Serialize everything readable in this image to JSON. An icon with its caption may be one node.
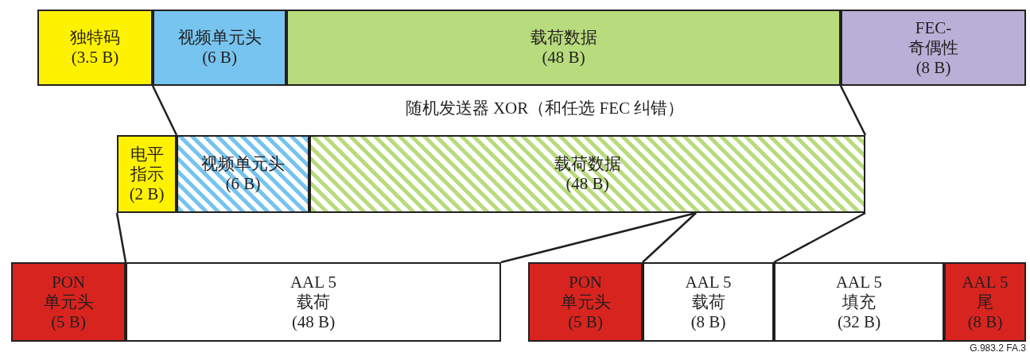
{
  "diagram": {
    "nodes": [
      {
        "text": [
          "独特码",
          "(3.5 B)"
        ]
      },
      {
        "text": [
          "视频单元头",
          "(6 B)"
        ]
      },
      {
        "text": [
          "载荷数据",
          "(48 B)"
        ]
      },
      {
        "text": [
          "FEC-",
          "奇偶性",
          "(8 B)"
        ]
      },
      {
        "text": [
          "电平",
          "指示",
          "(2 B)"
        ]
      },
      {
        "text": [
          "视频单元头",
          "(6 B)"
        ]
      },
      {
        "text": [
          "载荷数据",
          "(48 B)"
        ]
      },
      {
        "text": [
          "PON",
          "单元头",
          "(5 B)"
        ]
      },
      {
        "text": [
          "AAL 5",
          "载荷",
          "(48 B)"
        ]
      },
      {
        "text": [
          "PON",
          "单元头",
          "(5 B)"
        ]
      },
      {
        "text": [
          "AAL 5",
          "载荷",
          "(8 B)"
        ]
      },
      {
        "text": [
          "AAL 5",
          "填充",
          "(32 B)"
        ]
      },
      {
        "text": [
          "AAL 5",
          "尾",
          "(8 B)"
        ]
      }
    ],
    "edges": [
      {
        "from": 0,
        "to": 4,
        "arrow": "none"
      },
      {
        "from": 3,
        "to": 6,
        "arrow": "none"
      },
      {
        "from": 4,
        "to": 7,
        "arrow": "none"
      },
      {
        "from": 6,
        "to": 8,
        "arrow": "none"
      },
      {
        "from": 6,
        "to": 9,
        "arrow": "none"
      },
      {
        "from": 6,
        "to": 10,
        "arrow": "none"
      }
    ],
    "labels": [
      "随机发送器 XOR（和任选 FEC 纠错）",
      "G.983.2 FA.3"
    ]
  }
}
